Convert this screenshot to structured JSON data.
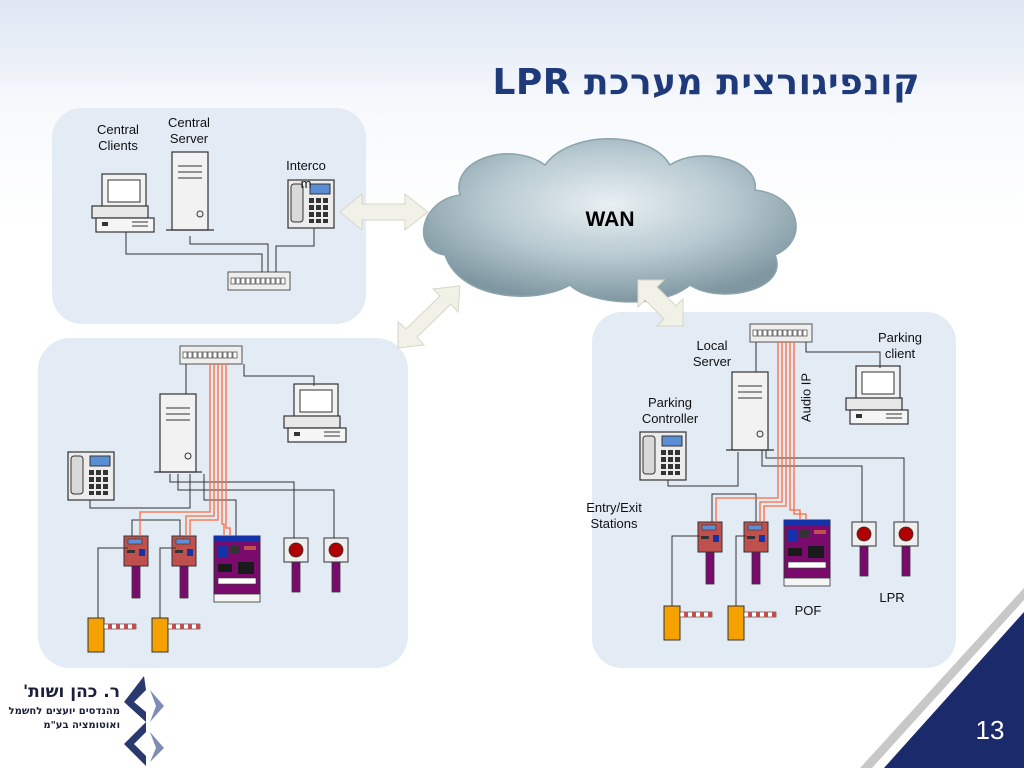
{
  "title": "קונפיגורצית מערכת LPR",
  "cloud": {
    "label": "WAN"
  },
  "central_site": {
    "clients_label": "Central\nClients",
    "server_label": "Central\nServer",
    "intercom_label": "Interco\nm"
  },
  "parking_site": {
    "local_server_label": "Local\nServer",
    "parking_client_label": "Parking\nclient",
    "parking_controller_label": "Parking\nController",
    "audio_ip_label": "Audio IP",
    "entry_exit_label": "Entry/Exit\nStations",
    "pof_label": "POF",
    "lpr_label": "LPR"
  },
  "footer": {
    "company_name": "ר. כהן ושות'",
    "company_line1": "מהנדסים יועצים לחשמל",
    "company_line2": "ואוטומציה בע\"מ",
    "page_number": "13"
  },
  "colors": {
    "title": "#1f3a7a",
    "panel": "#e3ebf5",
    "navy_corner": "#1b2a6b",
    "barrier_orange": "#f5a200",
    "station_red": "#c0504d",
    "pole_purple": "#7a0a6b",
    "pof_blue": "#1432a8",
    "signal_red": "#ff6a3c"
  }
}
